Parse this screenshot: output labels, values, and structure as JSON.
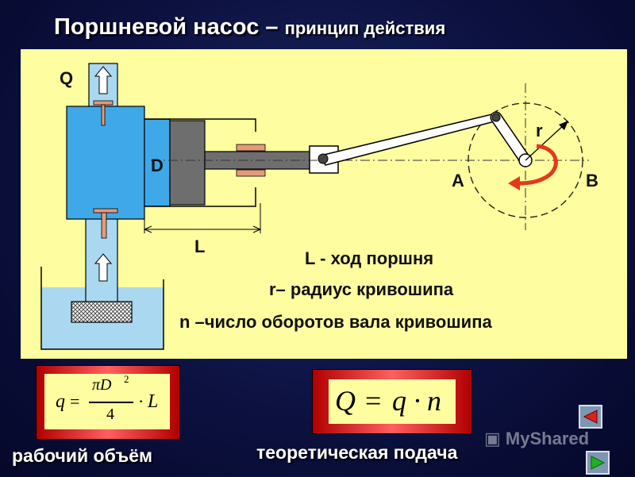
{
  "title": {
    "main": "Поршневой насос –",
    "sub": "принцип действия"
  },
  "diagram": {
    "labels": {
      "Q": "Q",
      "D": "D",
      "L": "L",
      "r": "r",
      "A": "A",
      "B": "B"
    },
    "legend": [
      "L - ход поршня",
      "r– радиус кривошипа",
      "n –число оборотов вала кривошипа"
    ],
    "colors": {
      "panel": "#fefea0",
      "water": "#aad8f0",
      "cylinder": "#3fa8e8",
      "piston": "#6e6e6e",
      "valve": "#e59a7a",
      "rotation_arrow": "#e5381c"
    }
  },
  "formulas": {
    "volume": {
      "q": "q",
      "eq": "=",
      "pi_d": "πD",
      "power": "2",
      "denominator": "4",
      "dot": "·",
      "L": "L"
    },
    "flow": {
      "Q": "Q",
      "eq": "=",
      "q": "q",
      "dot": "·",
      "n": "n"
    }
  },
  "captions": {
    "volume": "рабочий объём",
    "flow": "теоретическая подача"
  },
  "nav": {
    "prev": "prev-arrow",
    "next": "next-arrow"
  },
  "watermark": "MyShared"
}
